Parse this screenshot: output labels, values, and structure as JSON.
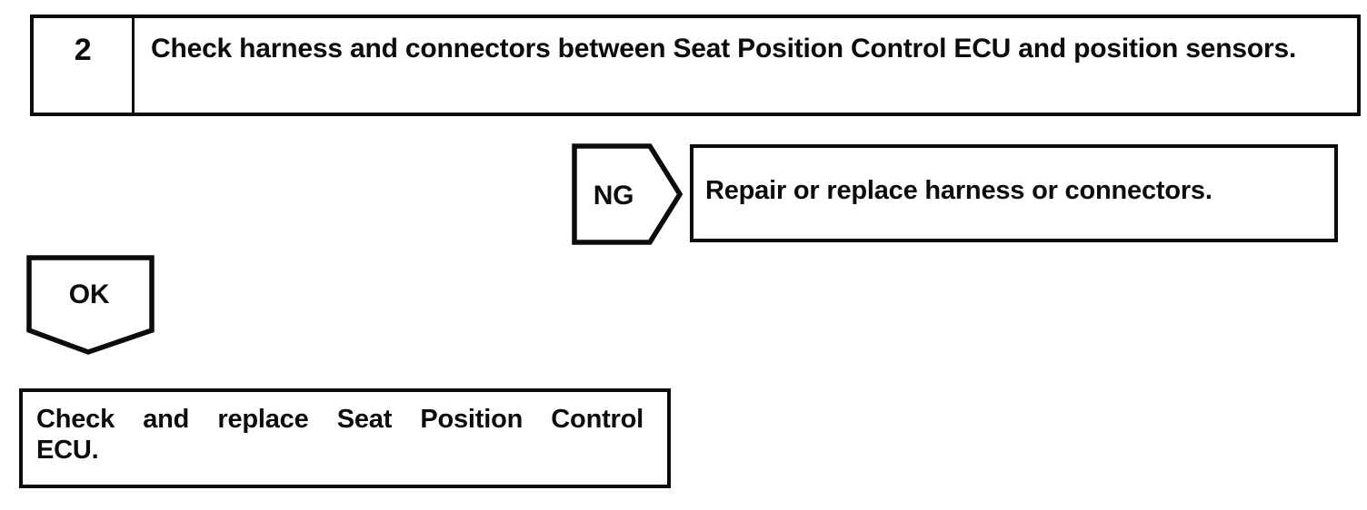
{
  "page": {
    "background_color": "#ffffff",
    "ink_color": "#0c0c0c"
  },
  "step": {
    "number": "2",
    "instruction": "Check harness and connectors between Seat Position Control ECU and position sensors."
  },
  "branches": {
    "ng": {
      "label": "NG",
      "action": "Repair or replace harness or connectors."
    },
    "ok": {
      "label": "OK",
      "action_lines": {
        "line1": "Check and replace Seat Position Control",
        "line2": "ECU."
      }
    }
  }
}
